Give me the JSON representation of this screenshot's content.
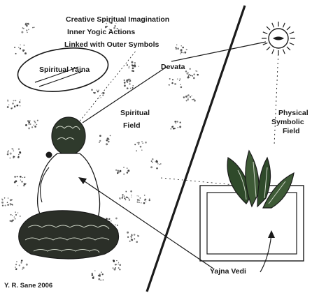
{
  "labels": {
    "heading_line1": "Creative Spiritual Imagination",
    "heading_line2": "Inner Yogic Actions",
    "heading_line3": "Linked with Outer Symbols",
    "spiritual_yajna": "Spiritual Yajna",
    "devata": "Devata",
    "spiritual_field_line1": "Spiritual",
    "spiritual_field_line2": "Field",
    "physical_field_line1": "Physical",
    "physical_field_line2": "Symbolic",
    "physical_field_line3": "Field",
    "yajna_vedi": "Yajna Vedi",
    "credit": "Y. R. Sane 2006"
  },
  "colors": {
    "ink": "#1a1a1a",
    "foliage": "#2f4a2a",
    "paper": "#ffffff"
  },
  "icons": {
    "sun": "sun-icon",
    "figure": "meditating-figure-icon",
    "flame": "flame-icon",
    "altar": "altar-icon"
  }
}
